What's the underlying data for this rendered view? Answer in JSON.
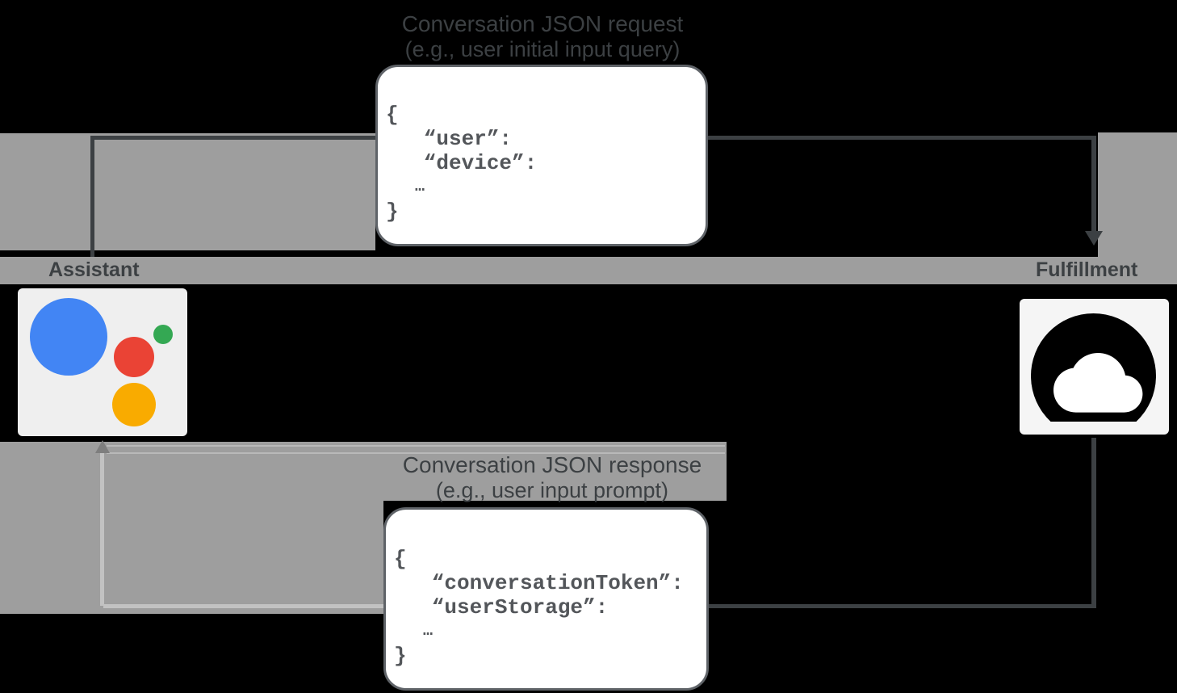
{
  "request": {
    "title": "Conversation JSON request",
    "subtitle": "(e.g., user initial input query)",
    "code_lines": [
      "{",
      "   “user”:",
      "   “device”:",
      "   …",
      "}"
    ]
  },
  "response": {
    "title": "Conversation JSON response",
    "subtitle": "(e.g., user input prompt)",
    "code_lines": [
      "{",
      "   “conversationToken”:",
      "   “userStorage”:",
      "   …",
      "}"
    ]
  },
  "nodes": {
    "assistant": {
      "label": "Assistant",
      "icon": "google-assistant-logo"
    },
    "fulfillment": {
      "label": "Fulfillment",
      "icon": "cloud-icon"
    }
  },
  "colors": {
    "assistant_blue": "#4285F4",
    "assistant_green": "#34A853",
    "assistant_red": "#EA4335",
    "assistant_yellow": "#F9AB00",
    "line_dark": "#3c4043",
    "band_gray": "#9e9e9e"
  }
}
